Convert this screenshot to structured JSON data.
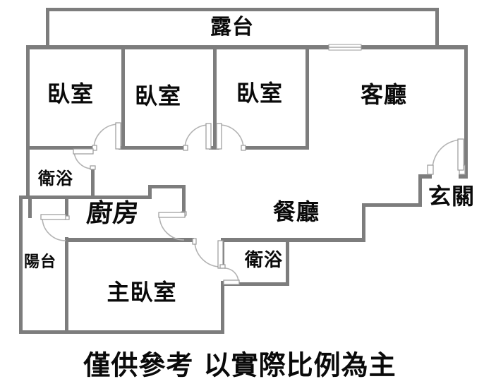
{
  "rooms": {
    "terrace": "露台",
    "bedroom1": "臥室",
    "bedroom2": "臥室",
    "bedroom3": "臥室",
    "living_room": "客廳",
    "bathroom1": "衛浴",
    "kitchen": "廚房",
    "dining_room": "餐廳",
    "entry": "玄關",
    "balcony": "陽台",
    "master_bedroom": "主臥室",
    "bathroom2": "衛浴"
  },
  "disclaimer": "僅供參考 以實際比例為主",
  "colors": {
    "wall": "#7d7d7d",
    "door_arc": "#b3b3b3",
    "ink": "#0a0a0a",
    "bg": "#ffffff"
  }
}
